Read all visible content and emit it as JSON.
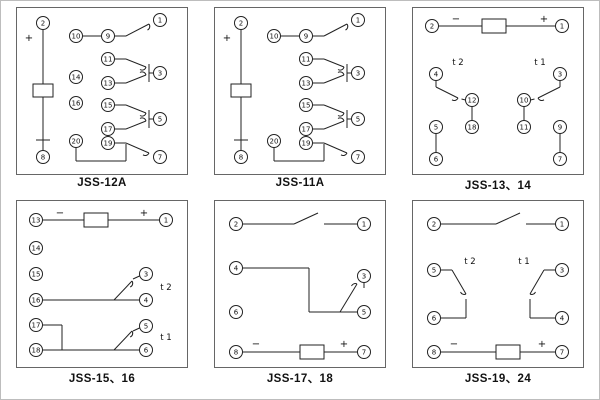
{
  "sheet": {
    "background": "#ffffff",
    "border_color": "#bdbdbd",
    "line_color": "#222222"
  },
  "panels": [
    {
      "caption": "JSS-12A",
      "labels": {
        "plus": "+"
      },
      "terminals": [
        "2",
        "10",
        "9",
        "1",
        "11",
        "13",
        "3",
        "14",
        "16",
        "15",
        "17",
        "5",
        "20",
        "19",
        "7",
        "8"
      ]
    },
    {
      "caption": "JSS-11A",
      "labels": {
        "plus": "+"
      },
      "terminals": [
        "2",
        "10",
        "9",
        "1",
        "11",
        "13",
        "3",
        "15",
        "17",
        "5",
        "20",
        "19",
        "7",
        "8"
      ]
    },
    {
      "caption": "JSS-13、14",
      "labels": {
        "plus": "+",
        "minus": "−",
        "t2": "t 2",
        "t1": "t 1"
      },
      "terminals": [
        "2",
        "1",
        "4",
        "3",
        "12",
        "10",
        "5",
        "18",
        "11",
        "9",
        "6",
        "7"
      ]
    },
    {
      "caption": "JSS-15、16",
      "labels": {
        "plus": "+",
        "minus": "−",
        "t2": "t 2",
        "t1": "t 1"
      },
      "terminals": [
        "13",
        "1",
        "14",
        "15",
        "16",
        "17",
        "18",
        "3",
        "4",
        "5",
        "6"
      ]
    },
    {
      "caption": "JSS-17、18",
      "labels": {
        "plus": "+",
        "minus": "−"
      },
      "terminals": [
        "2",
        "1",
        "4",
        "3",
        "5",
        "6",
        "8",
        "7"
      ]
    },
    {
      "caption": "JSS-19、24",
      "labels": {
        "plus": "+",
        "minus": "−",
        "t2": "t 2",
        "t1": "t 1"
      },
      "terminals": [
        "2",
        "1",
        "5",
        "3",
        "6",
        "4",
        "8",
        "7"
      ]
    }
  ]
}
